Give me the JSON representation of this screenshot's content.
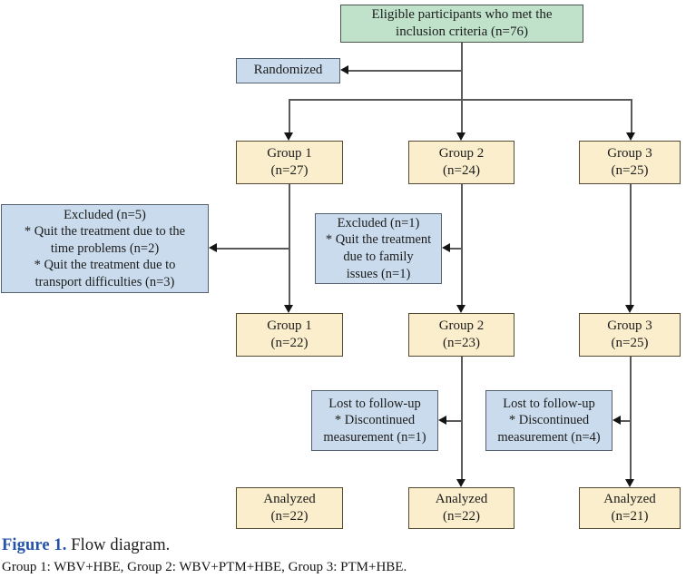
{
  "flow": {
    "eligible": {
      "lines": [
        "Eligible participants who met the",
        "inclusion criteria (n=76)"
      ]
    },
    "randomized": {
      "label": "Randomized"
    },
    "groups_initial": [
      {
        "lines": [
          "Group 1",
          "(n=27)"
        ]
      },
      {
        "lines": [
          "Group 2",
          "(n=24)"
        ]
      },
      {
        "lines": [
          "Group 3",
          "(n=25)"
        ]
      }
    ],
    "excluded_group1": {
      "lines": [
        "Excluded (n=5)",
        "* Quit the treatment due to the",
        "time problems (n=2)",
        "* Quit the treatment due to",
        "transport  difficulties (n=3)"
      ]
    },
    "excluded_group2": {
      "lines": [
        "Excluded (n=1)",
        "* Quit the treatment",
        "due to family",
        "issues (n=1)"
      ]
    },
    "groups_after_exclusion": [
      {
        "lines": [
          "Group 1",
          "(n=22)"
        ]
      },
      {
        "lines": [
          "Group 2",
          "(n=23)"
        ]
      },
      {
        "lines": [
          "Group 3",
          "(n=25)"
        ]
      }
    ],
    "lost_followup_group2": {
      "lines": [
        "Lost to follow-up",
        "* Discontinued",
        "measurement (n=1)"
      ]
    },
    "lost_followup_group3": {
      "lines": [
        "Lost to follow-up",
        "* Discontinued",
        "measurement (n=4)"
      ]
    },
    "analyzed": [
      {
        "lines": [
          "Analyzed",
          "(n=22)"
        ]
      },
      {
        "lines": [
          "Analyzed",
          "(n=22)"
        ]
      },
      {
        "lines": [
          "Analyzed",
          "(n=21)"
        ]
      }
    ]
  },
  "caption": {
    "label": "Figure 1.",
    "text": "Flow diagram."
  },
  "footnote": "Group 1: WBV+HBE, Group 2: WBV+PTM+HBE, Group 3: PTM+HBE.",
  "colors": {
    "eligible_fill": "#c0e2cb",
    "info_fill": "#c9dbec",
    "group_fill": "#fbeecd",
    "figure_label": "#2553a8",
    "connector": "#5a5a5a"
  }
}
